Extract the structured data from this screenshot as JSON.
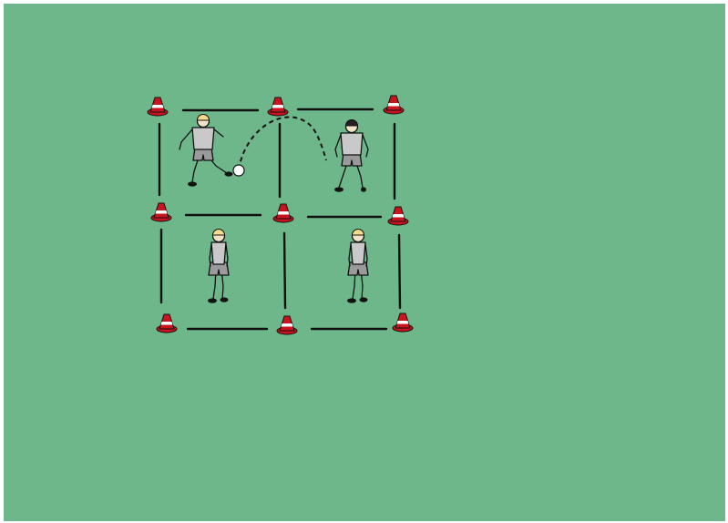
{
  "colors": {
    "pitch": "#6db78a",
    "pitch_border": "#ffffff",
    "line": "#111111",
    "cone_red": "#c8141e",
    "cone_stripe": "#ffffff",
    "shirt": "#c9c9c9",
    "shorts": "#9a9a9a",
    "skin": "#f2e2c6",
    "hair_blond": "#f3dd8a",
    "hair_dark": "#222222",
    "ball": "#ffffff"
  },
  "diagram": {
    "grid": "2x2 squares",
    "cone_count": 9,
    "player_count": 4,
    "pass_type": "lofted pass (dashed arc)"
  }
}
